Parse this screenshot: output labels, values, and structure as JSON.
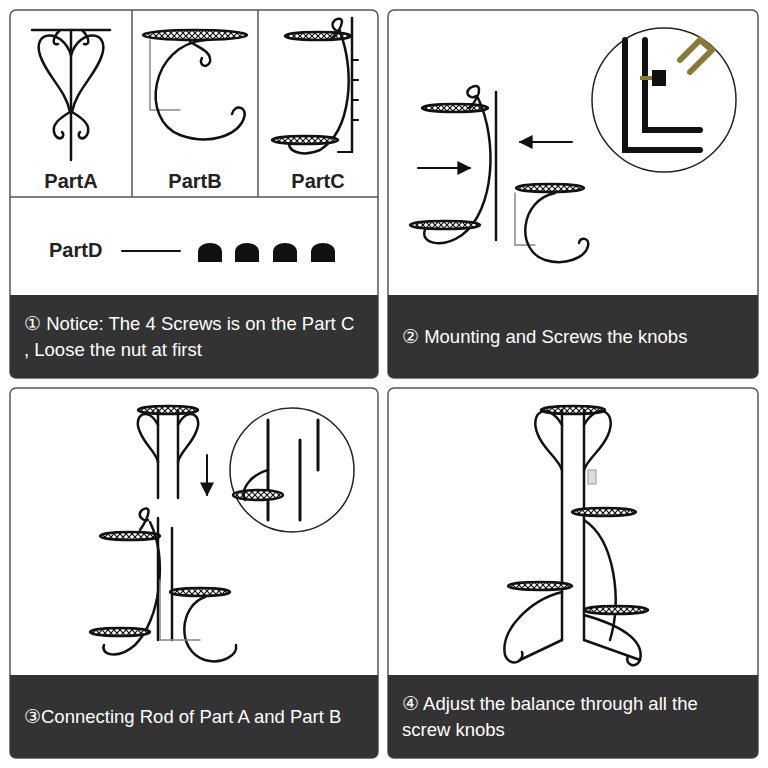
{
  "diagram": {
    "nodes": [
      {
        "text": [
          "PartA"
        ]
      },
      {
        "text": [
          "PartB"
        ]
      },
      {
        "text": [
          "PartC"
        ]
      },
      {
        "text": [
          "PartD"
        ]
      },
      {
        "text": [
          "① Notice: The 4 Screws is on the Part C , Loose the nut at first"
        ]
      },
      {
        "text": [
          "② Mounting and Screws the knobs"
        ]
      },
      {
        "text": [
          "③Connecting Rod of Part A and Part B"
        ]
      },
      {
        "text": [
          "④ Adjust the balance through all the screw knobs"
        ]
      }
    ]
  }
}
